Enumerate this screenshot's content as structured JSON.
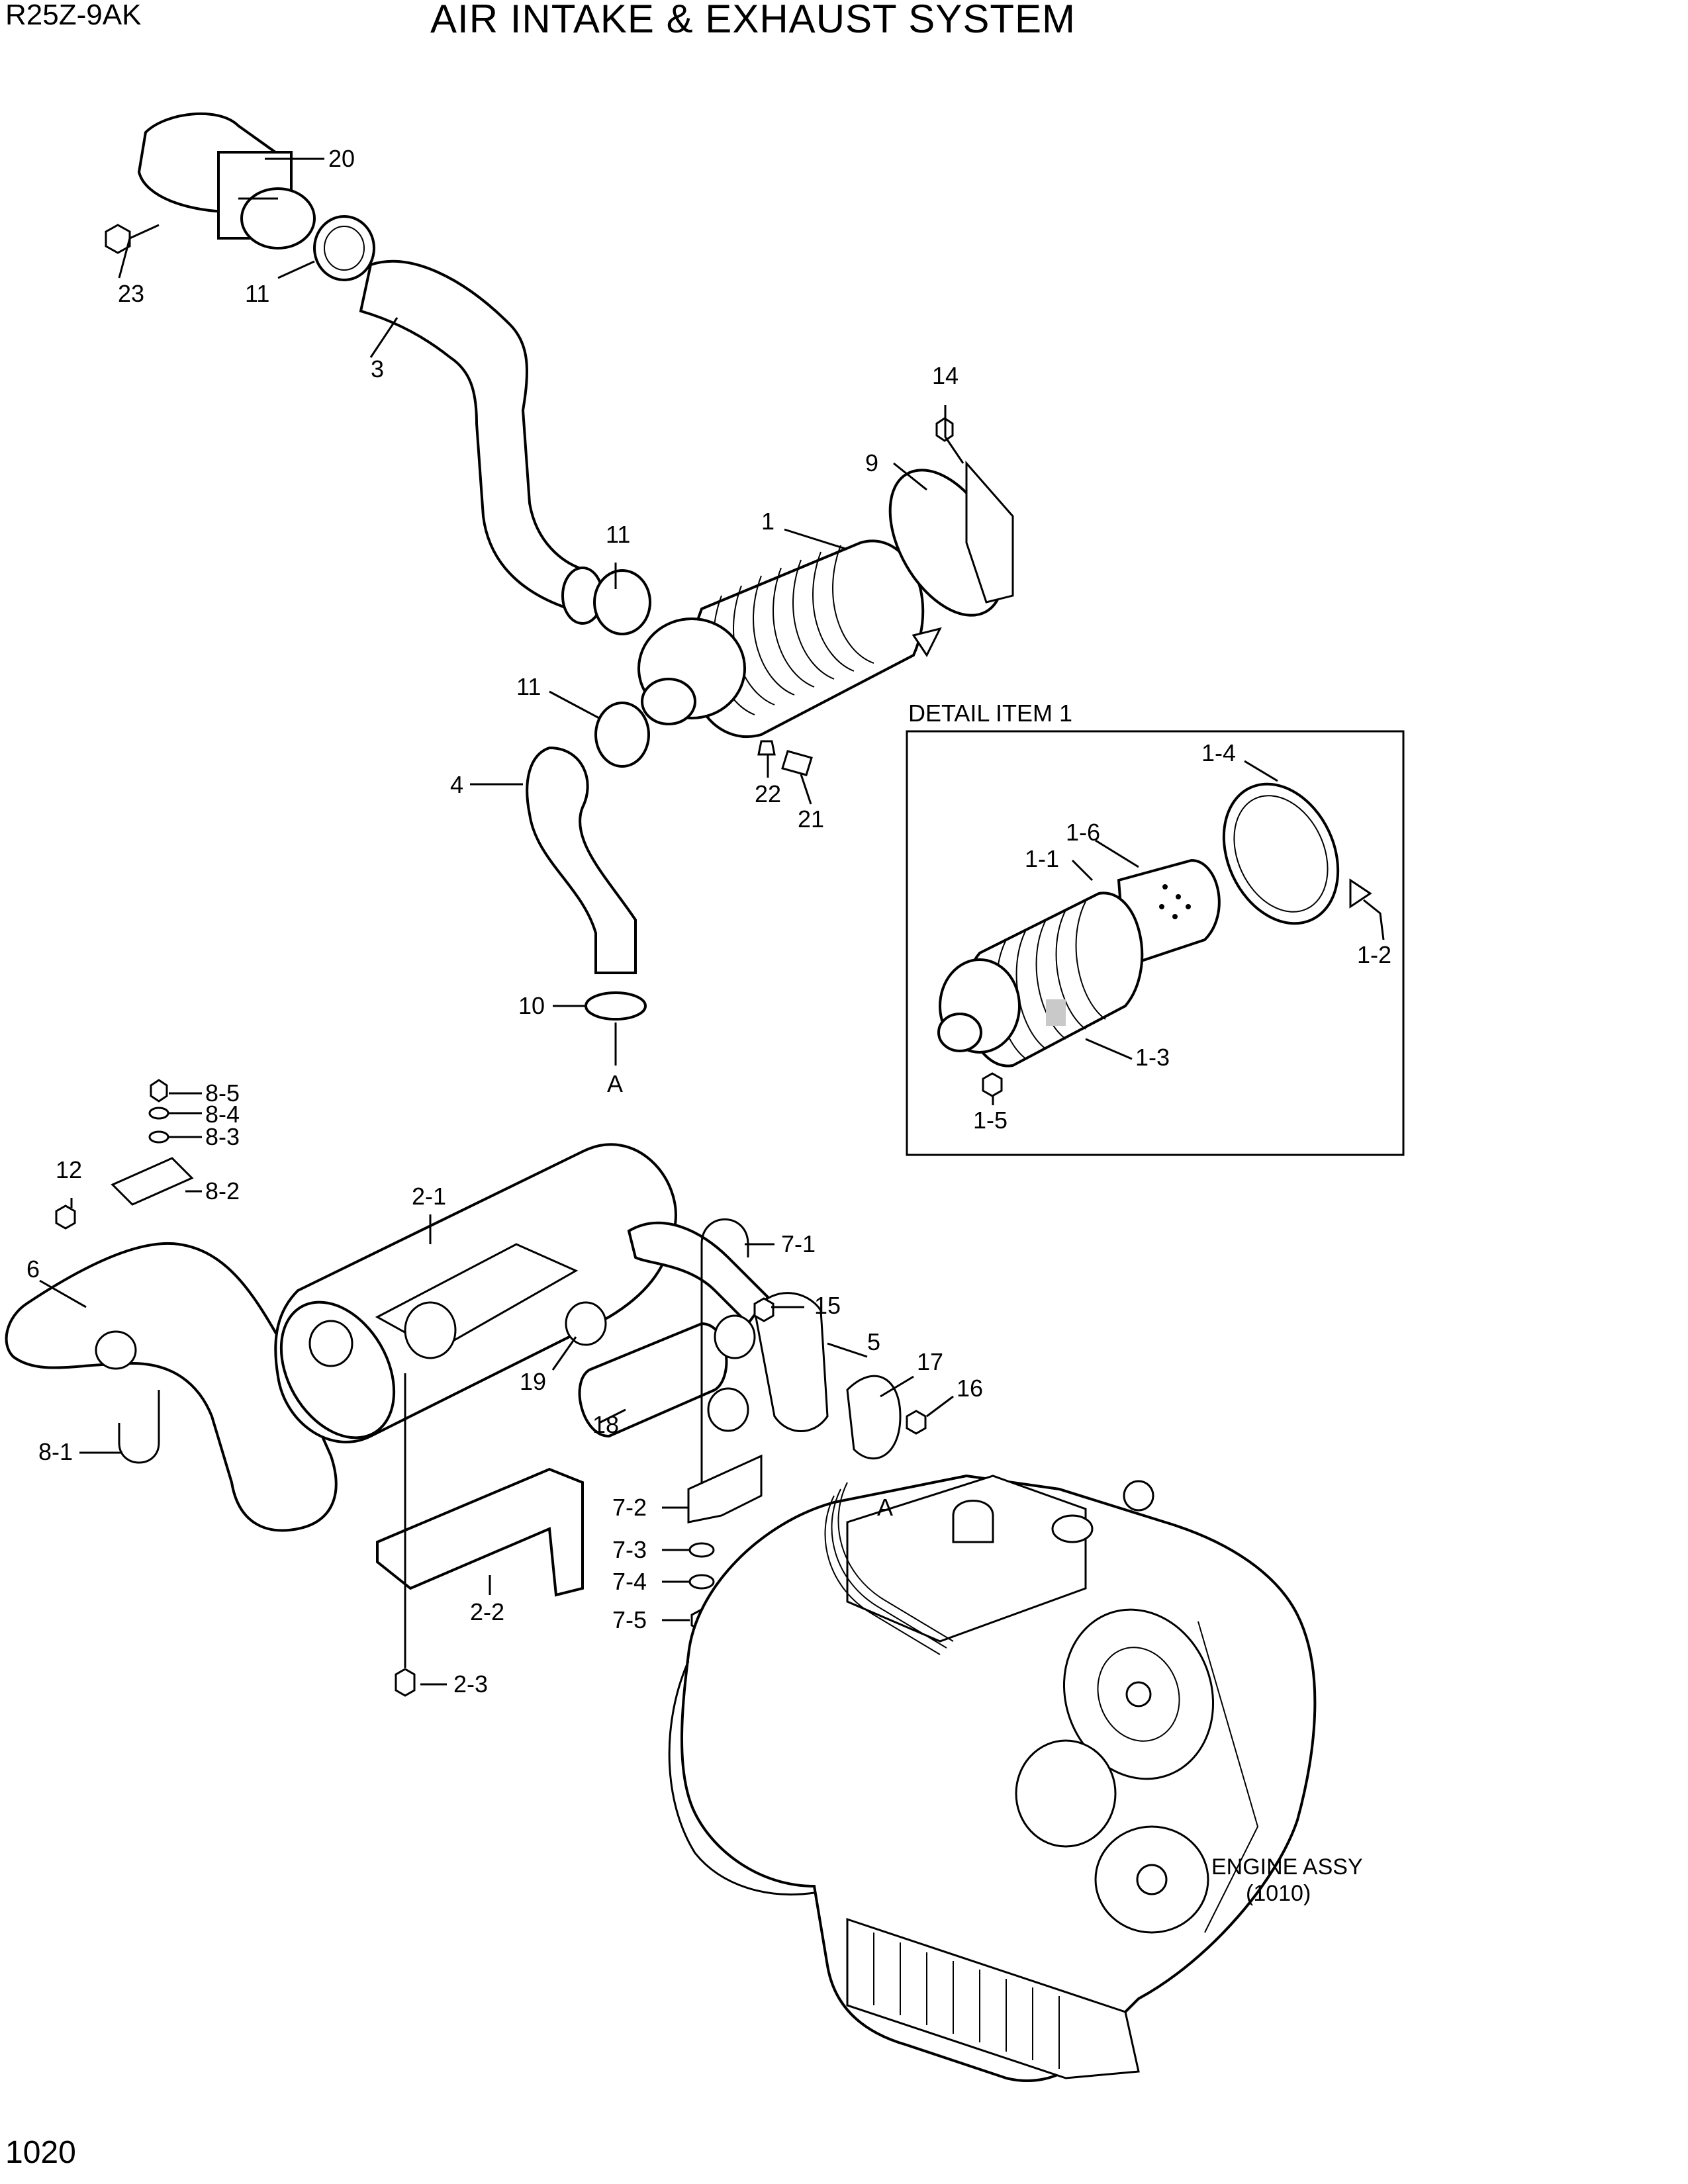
{
  "header": {
    "model": "R25Z-9AK",
    "title": "AIR INTAKE & EXHAUST SYSTEM"
  },
  "footer": {
    "page_number": "1020"
  },
  "detail_box": {
    "title": "DETAIL ITEM 1"
  },
  "engine_note": {
    "line1": "ENGINE ASSY",
    "line2": "(1010)"
  },
  "callouts": {
    "c20": "20",
    "c23": "23",
    "c11a": "11",
    "c3": "3",
    "c14": "14",
    "c9": "9",
    "c11b": "11",
    "c1": "1",
    "c11c": "11",
    "c4": "4",
    "c22": "22",
    "c21": "21",
    "c10": "10",
    "cA1": "A",
    "d14": "1-4",
    "d16": "1-6",
    "d11": "1-1",
    "d12": "1-2",
    "d13": "1-3",
    "d15": "1-5",
    "c85": "8-5",
    "c84": "8-4",
    "c83": "8-3",
    "c12": "12",
    "c82": "8-2",
    "c21m": "2-1",
    "c6": "6",
    "c81": "8-1",
    "c71": "7-1",
    "c15": "15",
    "c5": "5",
    "c17": "17",
    "c16": "16",
    "c19": "19",
    "c18": "18",
    "c72": "7-2",
    "c73": "7-3",
    "c74": "7-4",
    "c75": "7-5",
    "c22m": "2-2",
    "c23m": "2-3",
    "cA2": "A"
  }
}
